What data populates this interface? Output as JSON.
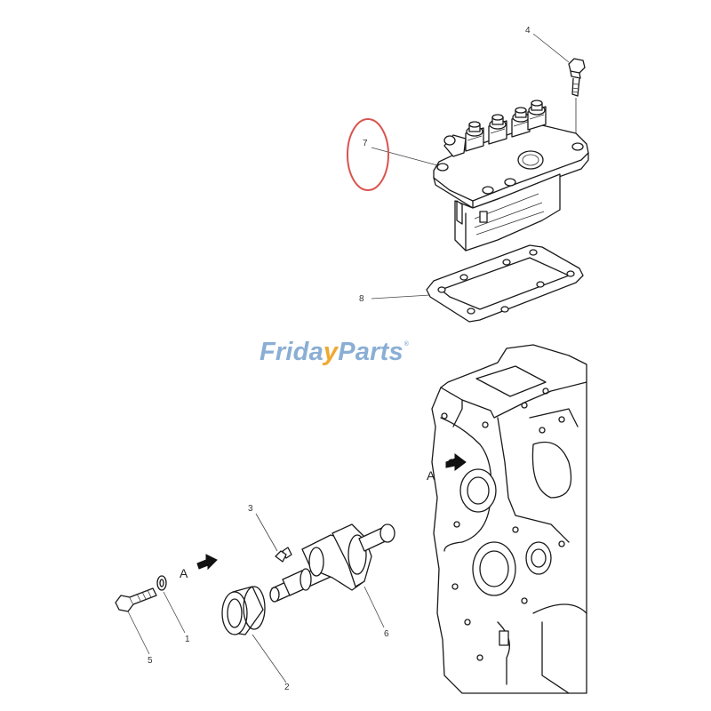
{
  "diagram": {
    "type": "exploded-parts-diagram",
    "subject": "Fuel injection pump assembly with gear case",
    "callouts": [
      {
        "id": "1",
        "label": "1",
        "part": "washer"
      },
      {
        "id": "2",
        "label": "2",
        "part": "oil seal"
      },
      {
        "id": "3",
        "label": "3",
        "part": "key"
      },
      {
        "id": "4",
        "label": "4",
        "part": "bolt"
      },
      {
        "id": "5",
        "label": "5",
        "part": "bolt"
      },
      {
        "id": "6",
        "label": "6",
        "part": "camshaft"
      },
      {
        "id": "7",
        "label": "7",
        "part": "fuel injection pump",
        "highlighted": true
      },
      {
        "id": "8",
        "label": "8",
        "part": "gasket"
      }
    ],
    "view_markers": [
      {
        "label": "A",
        "location": "gear case"
      },
      {
        "label": "A",
        "location": "camshaft direction"
      }
    ],
    "highlight": {
      "target": "7",
      "shape": "ellipse",
      "color": "#d9534f"
    }
  },
  "watermark": {
    "word1": "Frida",
    "slash": "y",
    "word2": "Parts",
    "registered": "®",
    "colors": {
      "text": "#8aaed4",
      "accent": "#f0a830"
    }
  }
}
